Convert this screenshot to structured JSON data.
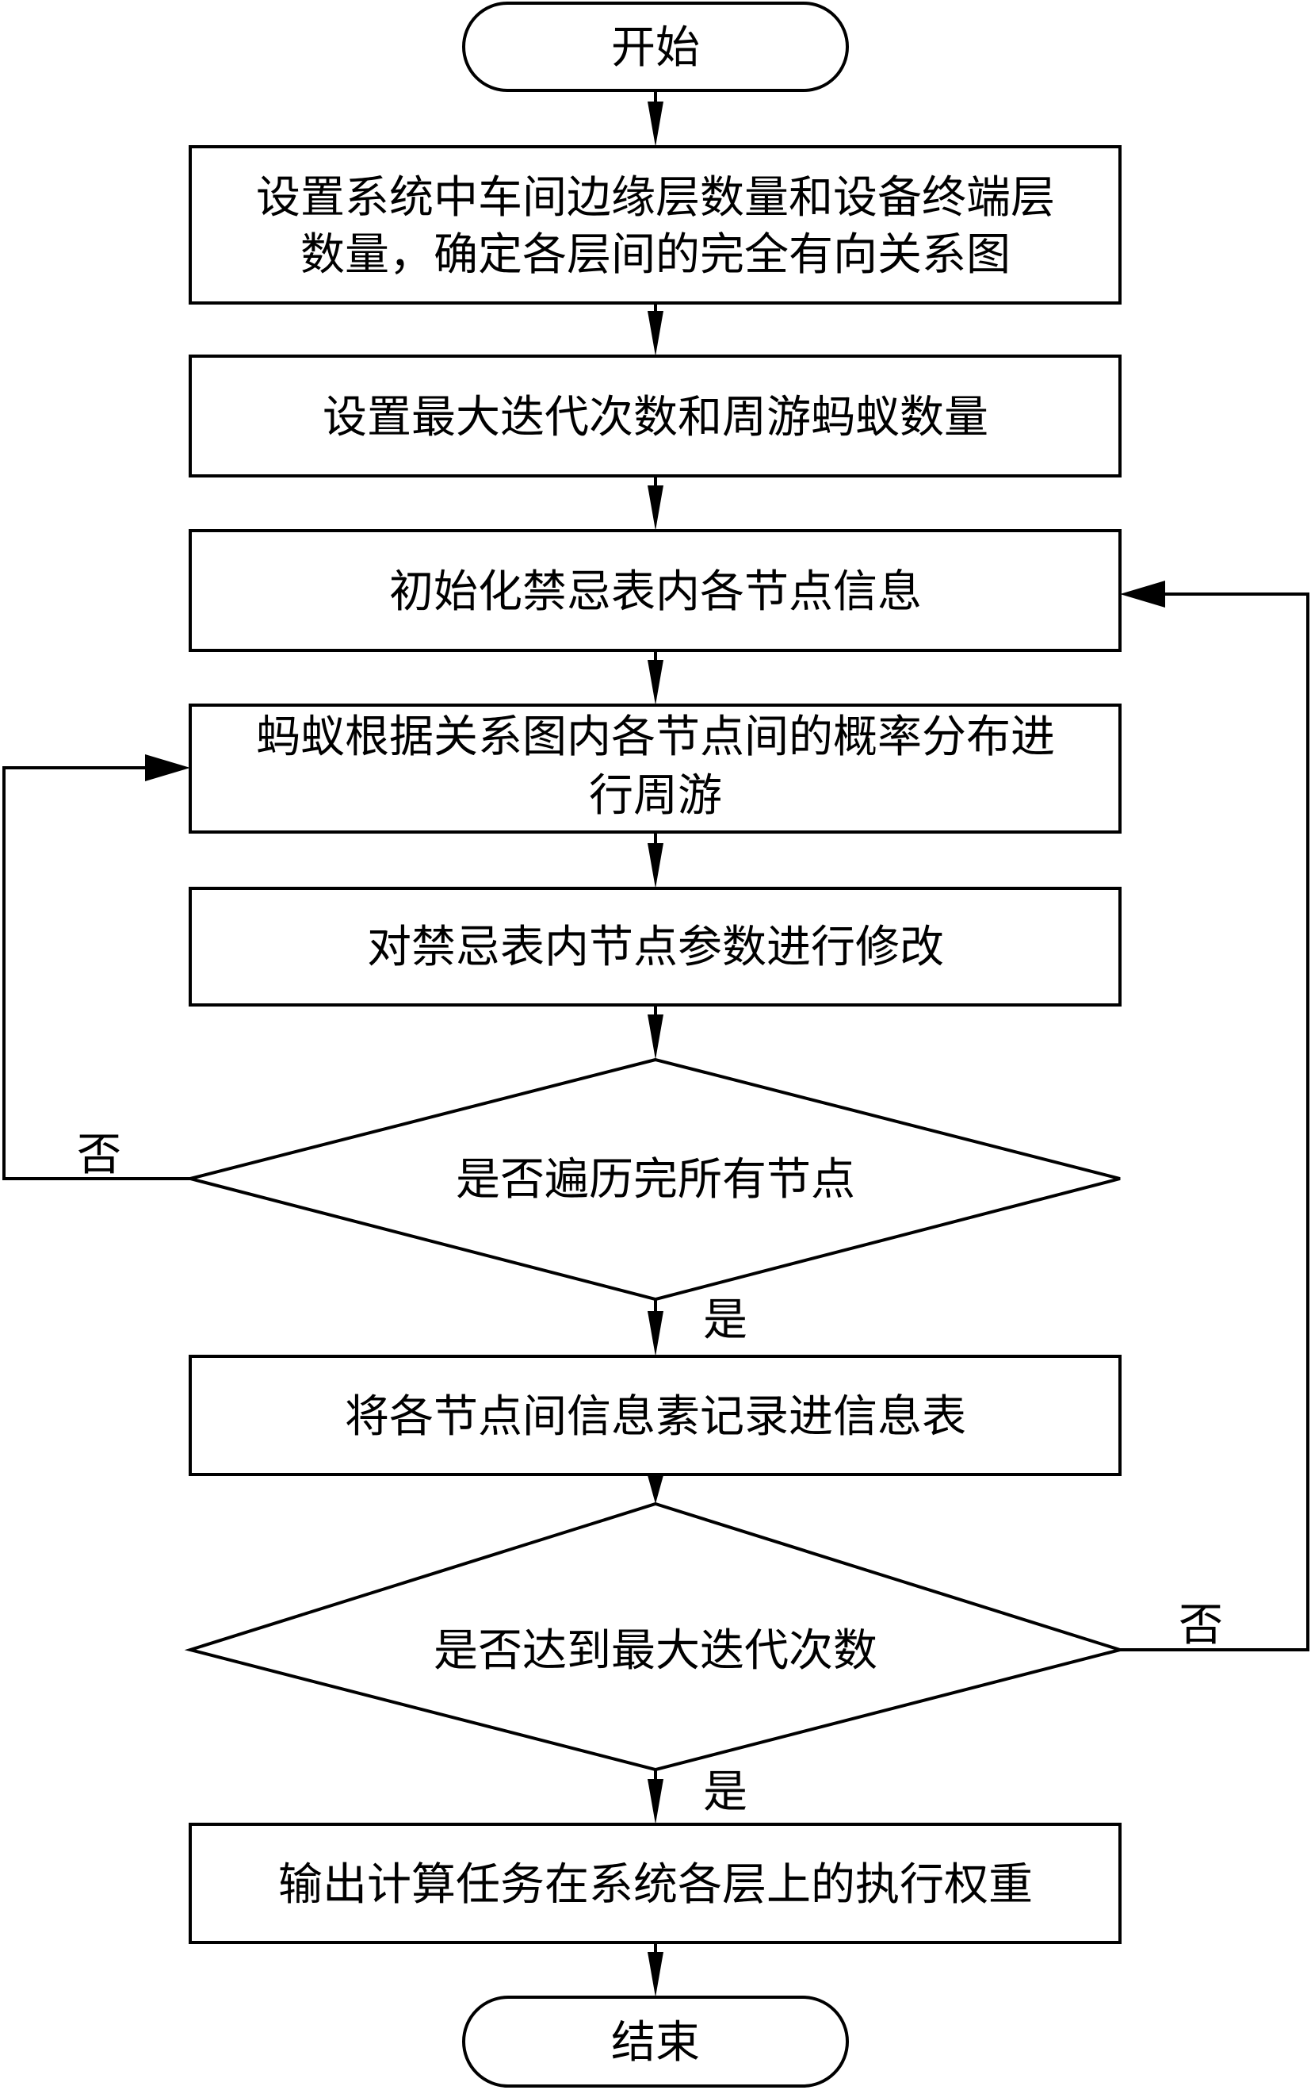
{
  "flowchart": {
    "start": "开始",
    "steps": [
      [
        "设置系统中车间边缘层数量和设备终端层",
        "数量，确定各层间的完全有向关系图"
      ],
      [
        "设置最大迭代次数和周游蚂蚁数量"
      ],
      [
        "初始化禁忌表内各节点信息"
      ],
      [
        "蚂蚁根据关系图内各节点间的概率分布进",
        "行周游"
      ],
      [
        "对禁忌表内节点参数进行修改"
      ]
    ],
    "decision1": {
      "text": "是否遍历完所有节点",
      "yes_label": "是",
      "no_label": "否"
    },
    "step6": [
      "将各节点间信息素记录进信息表"
    ],
    "decision2": {
      "text": "是否达到最大迭代次数",
      "yes_label": "是",
      "no_label": "否"
    },
    "step7": [
      "输出计算任务在系统各层上的执行权重"
    ],
    "end": "结束"
  }
}
